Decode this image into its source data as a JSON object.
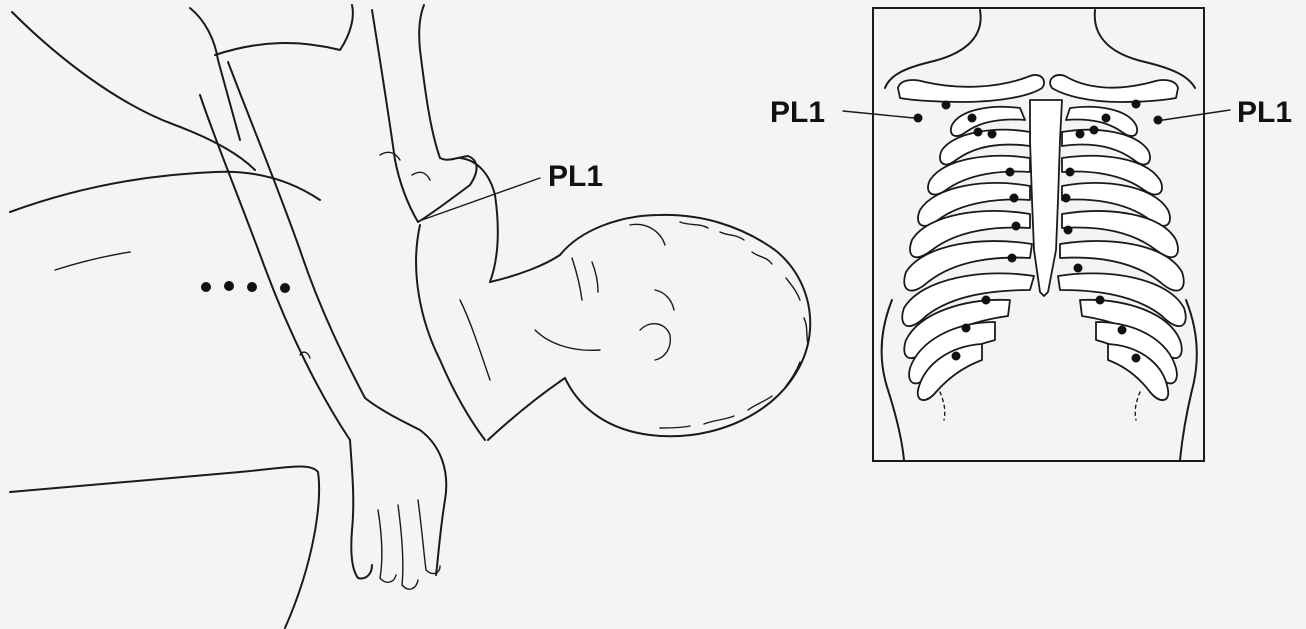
{
  "labels": {
    "left_figure_point": "PL1",
    "right_chart_left_point": "PL1",
    "right_chart_right_point": "PL1"
  },
  "icons": {
    "left_figure": "reclining-figure-chest-press-illustration",
    "right_figure": "rib-cage-point-chart"
  },
  "colors": {
    "ink": "#1a1a1a",
    "paper": "#f4f4f2"
  }
}
